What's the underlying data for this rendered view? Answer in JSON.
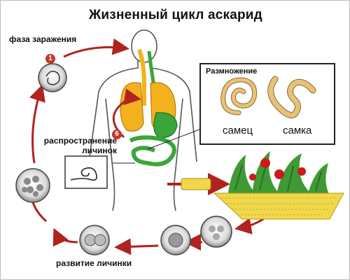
{
  "title": "Жизненный цикл аскарид",
  "labels": {
    "infection_phase": "фаза заражения",
    "larvae_spread": "распространение личинок",
    "larva_development": "развитие личинки",
    "reproduction": "Размножение",
    "male": "самец",
    "female": "самка"
  },
  "markers": {
    "step_1": "1",
    "step_6": "6"
  },
  "colors": {
    "arrow": "#b0231f",
    "lungs": "#f3b21d",
    "intestine": "#3aa63a",
    "worm": "#e6c27a",
    "soil": "#f0d84a",
    "background": "#ffffff"
  },
  "icons": [
    "egg-icon",
    "larva-icon",
    "worm-icon",
    "strawberry-plant-icon",
    "body-outline-icon"
  ]
}
